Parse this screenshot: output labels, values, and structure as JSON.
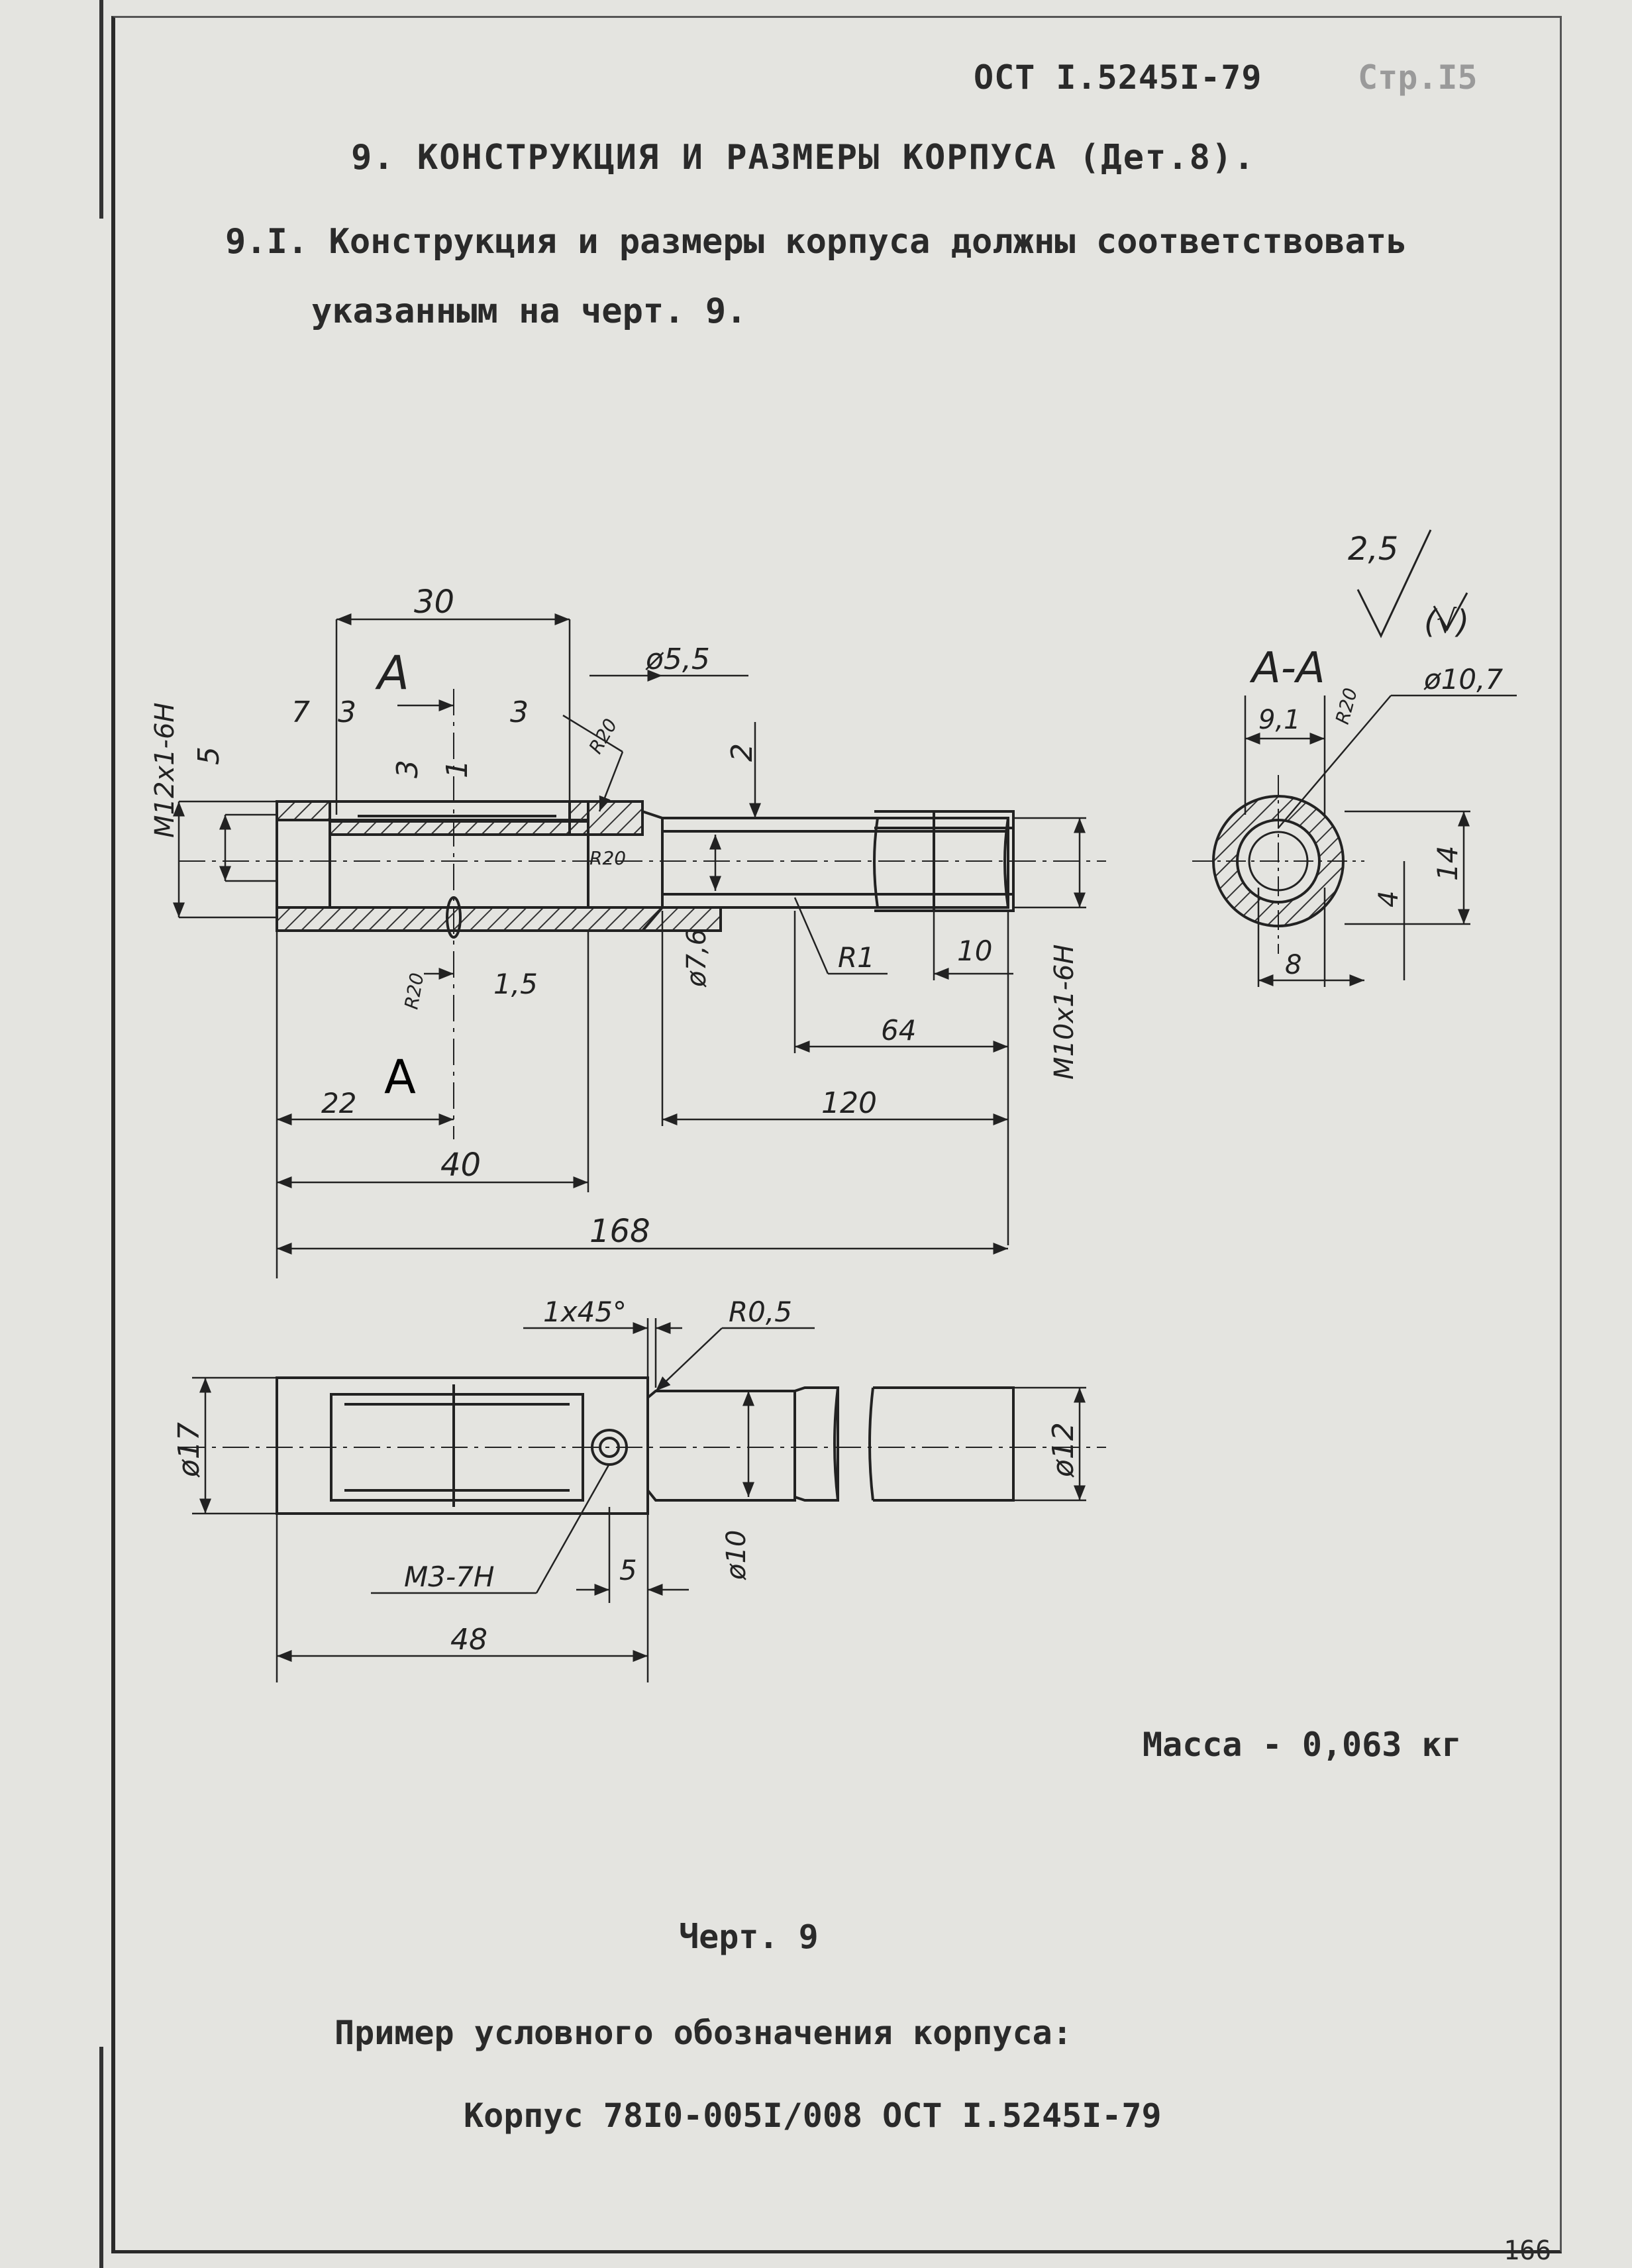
{
  "header": {
    "standard_code": "ОСТ I.5245I-79",
    "page_ref": "Стр.I5"
  },
  "section": {
    "title": "9.  КОНСТРУКЦИЯ И РАЗМЕРЫ  КОРПУСА (Дет.8).",
    "paragraph_line1": "9.I. Конструкция и размеры корпуса должны соответствовать",
    "paragraph_line2": "указанным на черт.  9."
  },
  "drawing": {
    "top_view": {
      "thread_left": "M12x1-6H",
      "dim_30": "30",
      "section_mark": "A",
      "dim_7": "7",
      "dim_3a": "3",
      "dim_3b": "3",
      "dim_3c": "3",
      "dim_1": "1",
      "dim_5": "5",
      "diam_5_5": "ø5,5",
      "r20_top": "R20",
      "r20_mid": "R20",
      "r20_bottom": "R20",
      "dim_2": "2",
      "diam_7_6": "ø7,6",
      "r1": "R1",
      "dim_10": "10",
      "thread_right": "M10x1-6H",
      "dim_1_5": "1,5",
      "dim_64": "64",
      "dim_22": "22",
      "dim_120": "120",
      "dim_40": "40",
      "dim_168": "168"
    },
    "section_view": {
      "roughness": "2,5",
      "roughness_bracket": "(√)",
      "label": "A-A",
      "dim_9_1": "9,1",
      "r20": "R20",
      "diam_10_7": "ø10,7",
      "dim_14": "14",
      "dim_4": "4",
      "dim_8": "8"
    },
    "bottom_view": {
      "chamfer": "1x45°",
      "r0_5": "R0,5",
      "diam_17": "ø17",
      "diam_12": "ø12",
      "diam_10": "ø10",
      "thread_m3": "M3-7H",
      "dim_5": "5",
      "dim_48": "48"
    }
  },
  "mass": "Масса - 0,063 кг",
  "figure_caption": "Черт. 9",
  "example": {
    "label": "Пример условного обозначения корпуса:",
    "designation": "Корпус 78I0-005I/008 ОСТ  I.5245I-79"
  },
  "sheet_number": "166"
}
